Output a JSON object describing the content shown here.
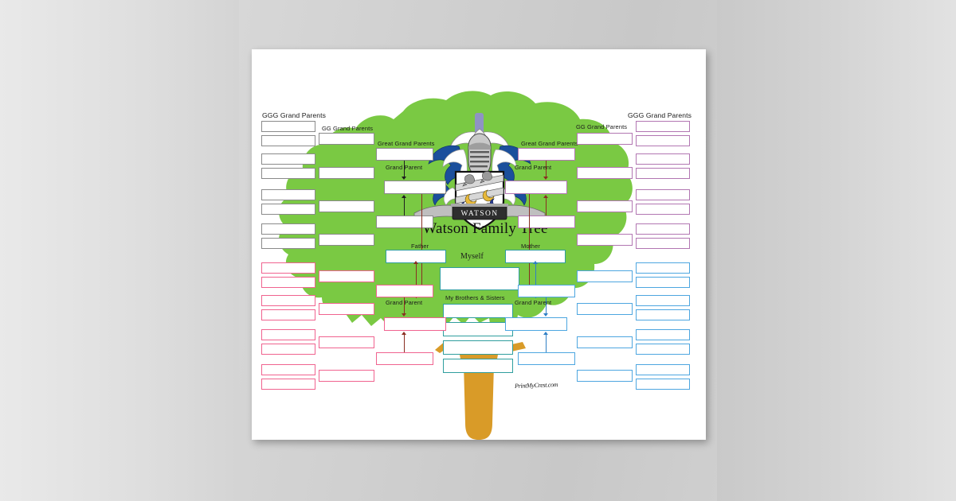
{
  "poster": {
    "title": "Watson Family Tree",
    "crest_banner_text": "WATSON",
    "watermark": "PrintMyCrest.com",
    "surname": "Watson"
  },
  "labels": {
    "ggg_left": "GGG Grand Parents",
    "gg_left": "GG Grand Parents",
    "great_left": "Great Grand Parents",
    "grandparent_left_top": "Grand Parent",
    "grandparent_left_bottom": "Grand  Parent",
    "father": "Father",
    "myself": "Myself",
    "siblings": "My Brothers & Sisters",
    "mother": "Mother",
    "grandparent_right_top": "Grand Parent",
    "grandparent_right_bottom": "Grand  Parent",
    "great_right": "Great Grand Parents",
    "gg_right": "GG Grand Parents",
    "ggg_right": "GGG Grand Parents"
  },
  "colors": {
    "canopy_green": "#7ac943",
    "trunk_gold": "#d99b28",
    "poster_white": "#ffffff",
    "backdrop_gray": "#d4d4d4",
    "ggg_left_border": "#8a8a8a",
    "pink_border": "#f0638f",
    "purple_border": "#b276b2",
    "blue_border": "#4da6e0",
    "teal_border": "#2f9e9e",
    "connector_red": "#8a2f22",
    "connector_blue": "#2f7fc4",
    "crest_blue": "#1b4f9c",
    "crest_gold": "#e8b93a"
  },
  "fields": {
    "ggg_left": [
      "",
      "",
      "",
      "",
      "",
      "",
      "",
      ""
    ],
    "gg_left": [
      "",
      "",
      "",
      ""
    ],
    "great_left": [
      "",
      ""
    ],
    "gp_left": [
      ""
    ],
    "father": [
      ""
    ],
    "myself": [
      ""
    ],
    "siblings": [
      "",
      "",
      "",
      ""
    ],
    "mother": [
      ""
    ],
    "gp_right": [
      ""
    ],
    "great_right": [
      "",
      ""
    ],
    "gg_right": [
      "",
      "",
      "",
      ""
    ],
    "ggg_right": [
      "",
      "",
      "",
      "",
      "",
      "",
      "",
      ""
    ],
    "ggg_left_lower": [
      "",
      "",
      "",
      "",
      "",
      "",
      "",
      ""
    ],
    "gg_left_lower": [
      "",
      "",
      "",
      ""
    ],
    "great_left_lower": [
      "",
      ""
    ],
    "gp_left_lower": [
      ""
    ],
    "ggg_right_lower": [
      "",
      "",
      "",
      "",
      "",
      "",
      "",
      ""
    ],
    "gg_right_lower": [
      "",
      "",
      "",
      ""
    ],
    "great_right_lower": [
      "",
      ""
    ],
    "gp_right_lower": [
      ""
    ]
  }
}
